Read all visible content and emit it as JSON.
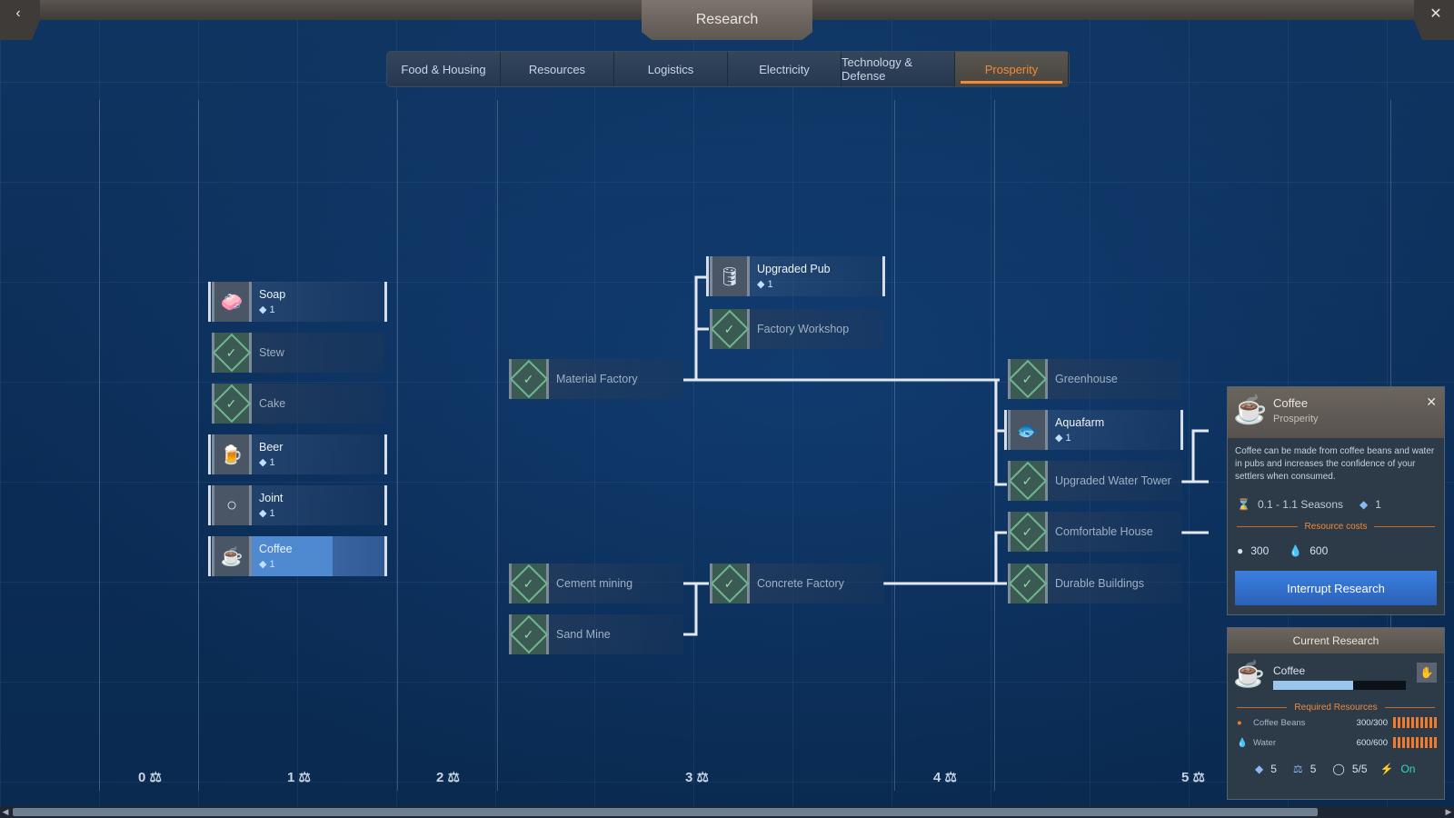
{
  "window": {
    "title": "Research",
    "back_icon": "arrow-left-icon",
    "close_icon": "close-icon"
  },
  "tabs": [
    {
      "label": "Food & Housing",
      "active": false
    },
    {
      "label": "Resources",
      "active": false
    },
    {
      "label": "Logistics",
      "active": false
    },
    {
      "label": "Electricity",
      "active": false
    },
    {
      "label": "Technology & Defense",
      "active": false
    },
    {
      "label": "Prosperity",
      "active": true
    }
  ],
  "tiers": [
    "0",
    "1",
    "2",
    "3",
    "4",
    "5"
  ],
  "nodes": {
    "soap": {
      "name": "Soap",
      "points": "1",
      "icon": "soap-icon"
    },
    "stew": {
      "name": "Stew"
    },
    "cake": {
      "name": "Cake"
    },
    "beer": {
      "name": "Beer",
      "points": "1",
      "icon": "beer-icon"
    },
    "joint": {
      "name": "Joint",
      "points": "1",
      "icon": "joint-icon"
    },
    "coffee": {
      "name": "Coffee",
      "points": "1",
      "icon": "coffee-icon"
    },
    "material_factory": {
      "name": "Material Factory"
    },
    "cement_mining": {
      "name": "Cement mining"
    },
    "sand_mine": {
      "name": "Sand Mine"
    },
    "upgraded_pub": {
      "name": "Upgraded Pub",
      "points": "1",
      "icon": "barrel-icon"
    },
    "factory_workshop": {
      "name": "Factory Workshop"
    },
    "concrete_factory": {
      "name": "Concrete Factory"
    },
    "greenhouse": {
      "name": "Greenhouse"
    },
    "aquafarm": {
      "name": "Aquafarm",
      "points": "1",
      "icon": "aquafarm-icon"
    },
    "upgraded_water_tower": {
      "name": "Upgraded Water Tower"
    },
    "comfortable_house": {
      "name": "Comfortable House"
    },
    "durable_buildings": {
      "name": "Durable Buildings"
    }
  },
  "detail": {
    "name": "Coffee",
    "category": "Prosperity",
    "description": "Coffee can be made from coffee beans and water in pubs and increases the confidence of your settlers when consumed.",
    "duration": "0.1 - 1.1 Seasons",
    "points": "1",
    "resource_costs_title": "Resource costs",
    "costs": [
      {
        "icon": "coffee-beans-icon",
        "value": "300"
      },
      {
        "icon": "water-icon",
        "value": "600"
      }
    ],
    "button": "Interrupt Research"
  },
  "current": {
    "title": "Current Research",
    "name": "Coffee",
    "progress": 0.6,
    "required_title": "Required Resources",
    "resources": [
      {
        "name": "Coffee Beans",
        "value": "300/300",
        "icon": "coffee-beans-icon"
      },
      {
        "name": "Water",
        "value": "600/600",
        "icon": "water-icon"
      }
    ],
    "stats": {
      "points": "5",
      "scientists": "5",
      "ideas": "5/5",
      "power": "On"
    }
  },
  "colors": {
    "accent": "#f08a3a",
    "button": "#2f6fd0",
    "selected": "#4f8ad1"
  }
}
